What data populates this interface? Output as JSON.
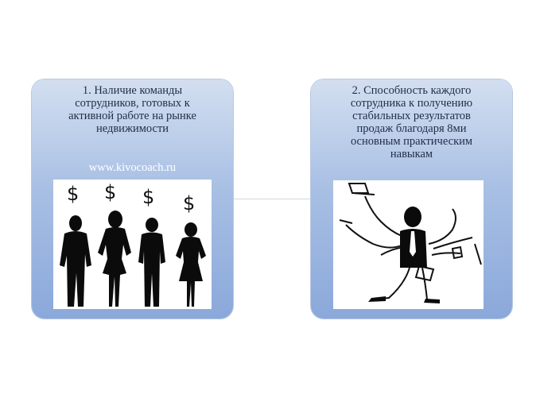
{
  "cards": [
    {
      "text": "1. Наличие команды\nсотрудников, готовых к\nактивной работе на рынке\nнедвижимости",
      "link": "www.kivocoach.ru",
      "image": "silhouettes-with-dollar-signs"
    },
    {
      "text": "2. Способность каждого\nсотрудника к получению\nстабильных результатов\nпродаж благодаря 8ми\nосновным практическим\nнавыкам",
      "image": "multi-armed-businessman-sketch"
    }
  ],
  "colors": {
    "card_top": "#d3dff0",
    "card_bottom": "#8aa8da",
    "text": "#1f2d45",
    "link": "#ffffff"
  }
}
